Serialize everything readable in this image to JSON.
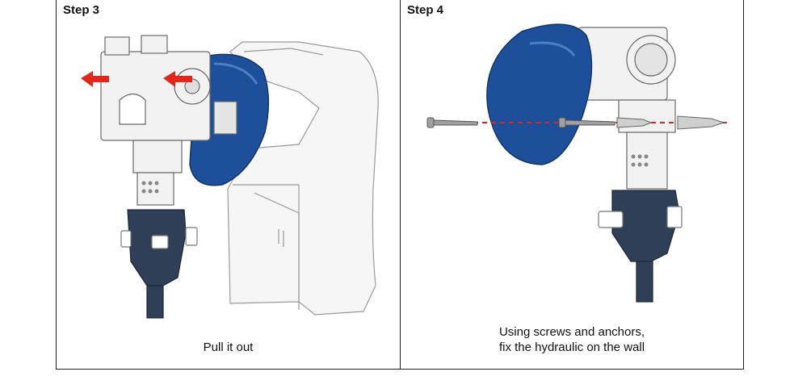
{
  "steps": [
    {
      "title": "Step 3",
      "caption": [
        "Pull it out"
      ],
      "illustration": "hydraulic-unit-cover-removal",
      "colors": {
        "cover": "#1d4f9a",
        "arrow": "#e0261d",
        "body": "#f2f2f2",
        "fitting": "#2f3f57"
      }
    },
    {
      "title": "Step 4",
      "caption": [
        "Using screws and anchors,",
        "fix the hydraulic on the wall"
      ],
      "illustration": "hydraulic-wall-mounting-screws-anchors",
      "colors": {
        "cover": "#1d4f9a",
        "guide-line": "#d22",
        "screw": "#9a9a9a",
        "fitting": "#2f3f57"
      }
    }
  ]
}
